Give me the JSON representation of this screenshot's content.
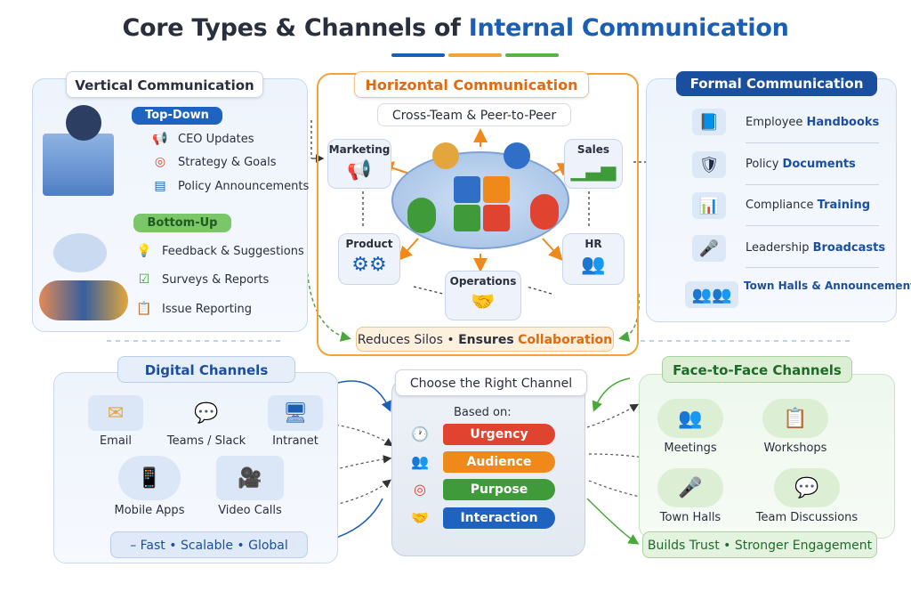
{
  "title": {
    "prefix": "Core Types & Channels of",
    "highlight": "Internal Communication"
  },
  "colors": {
    "blue": "#1b5fb4",
    "orange": "#f2a23a",
    "green": "#5bb04a",
    "navy": "#1a4fa0"
  },
  "vertical": {
    "title": "Vertical Communication",
    "top_down": {
      "label": "Top-Down",
      "items": [
        {
          "label": "CEO Updates",
          "icon": "megaphone-icon"
        },
        {
          "label": "Strategy & Goals",
          "icon": "target-icon"
        },
        {
          "label": "Policy Announcements",
          "icon": "document-icon"
        }
      ]
    },
    "bottom_up": {
      "label": "Bottom-Up",
      "items": [
        {
          "label": "Feedback & Suggestions",
          "icon": "lightbulb-icon"
        },
        {
          "label": "Surveys & Reports",
          "icon": "checklist-icon"
        },
        {
          "label": "Issue Reporting",
          "icon": "clipboard-icon"
        }
      ]
    }
  },
  "horizontal": {
    "title": "Horizontal Communication",
    "subtitle": "Cross-Team & Peer-to-Peer",
    "nodes": {
      "marketing": "Marketing",
      "sales": "Sales",
      "product": "Product",
      "hr": "HR",
      "operations": "Operations"
    },
    "footer": {
      "part1": "Reduces Silos",
      "sep": "•",
      "part2a": "Ensures",
      "part2b": "Collaboration"
    }
  },
  "formal": {
    "title": "Formal Communication",
    "items": [
      {
        "plain": "Employee",
        "bold": "Handbooks",
        "icon": "book-icon"
      },
      {
        "plain": "Policy",
        "bold": "Documents",
        "icon": "shield-document-icon"
      },
      {
        "plain": "Compliance",
        "bold": "Training",
        "icon": "presentation-icon"
      },
      {
        "plain": "Leadership",
        "bold": "Broadcasts",
        "icon": "podium-icon"
      },
      {
        "plain": "",
        "bold": "Town Halls & Announcements",
        "icon": "audience-icon"
      }
    ]
  },
  "digital": {
    "title": "Digital Channels",
    "channels": {
      "email": "Email",
      "teams": "Teams / Slack",
      "intranet": "Intranet",
      "mobile": "Mobile  Apps",
      "video": "Video Calls"
    },
    "footer": "– Fast • Scalable • Global"
  },
  "choose": {
    "title": "Choose the Right Channel",
    "subtitle": "Based on:",
    "criteria": [
      {
        "label": "Urgency",
        "color": "#e0432f",
        "icon": "clock-icon"
      },
      {
        "label": "Audience",
        "color": "#ef8a1a",
        "icon": "people-icon"
      },
      {
        "label": "Purpose",
        "color": "#3f9b3a",
        "icon": "target-icon"
      },
      {
        "label": "Interaction",
        "color": "#1f63c1",
        "icon": "handshake-icon"
      }
    ]
  },
  "face": {
    "title": "Face-to-Face Channels",
    "channels": {
      "meetings": "Meetings",
      "workshops": "Workshops",
      "townhalls": "Town Halls",
      "discussions": "Team Discussions"
    },
    "footer": "Builds Trust • Stronger Engagement"
  }
}
